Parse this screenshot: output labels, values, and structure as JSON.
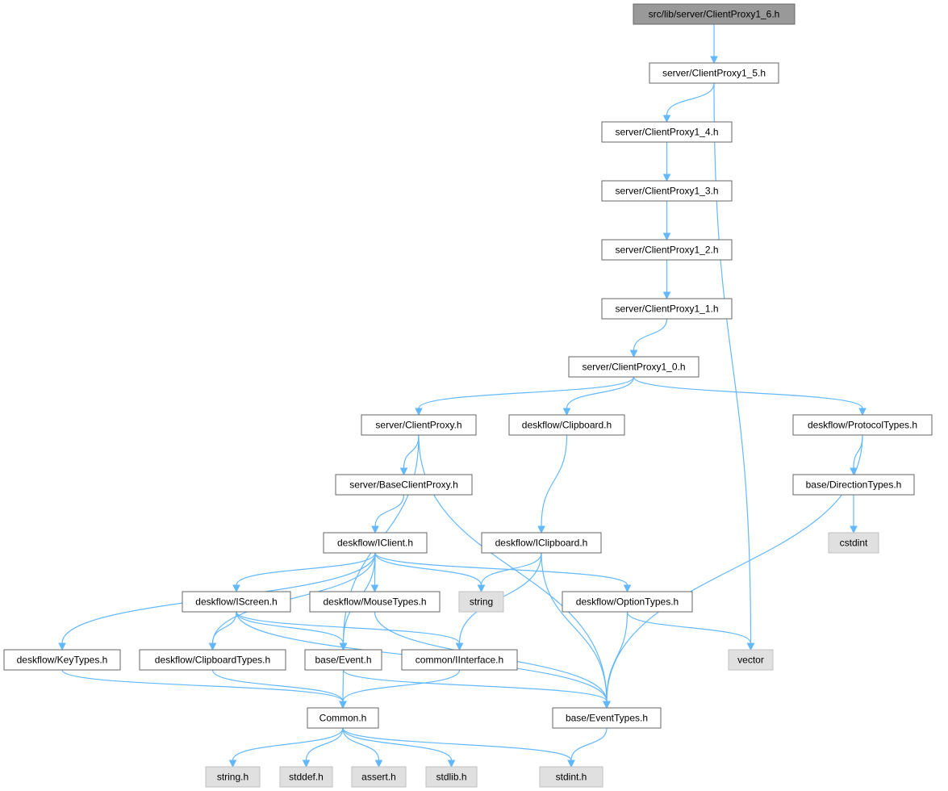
{
  "colors": {
    "edge": "#63b8ff",
    "node_border": "#666666",
    "root_fill": "#999999",
    "external_fill": "#e0e0e0"
  },
  "nodes": [
    {
      "id": "root",
      "label": "src/lib/server/ClientProxy1_6.h",
      "kind": "root"
    },
    {
      "id": "cp15",
      "label": "server/ClientProxy1_5.h",
      "kind": "plain"
    },
    {
      "id": "cp14",
      "label": "server/ClientProxy1_4.h",
      "kind": "plain"
    },
    {
      "id": "cp13",
      "label": "server/ClientProxy1_3.h",
      "kind": "plain"
    },
    {
      "id": "cp12",
      "label": "server/ClientProxy1_2.h",
      "kind": "plain"
    },
    {
      "id": "cp11",
      "label": "server/ClientProxy1_1.h",
      "kind": "plain"
    },
    {
      "id": "cp10",
      "label": "server/ClientProxy1_0.h",
      "kind": "plain"
    },
    {
      "id": "cp",
      "label": "server/ClientProxy.h",
      "kind": "plain"
    },
    {
      "id": "clip",
      "label": "deskflow/Clipboard.h",
      "kind": "plain"
    },
    {
      "id": "proto",
      "label": "deskflow/ProtocolTypes.h",
      "kind": "plain"
    },
    {
      "id": "bcp",
      "label": "server/BaseClientProxy.h",
      "kind": "plain"
    },
    {
      "id": "dir",
      "label": "base/DirectionTypes.h",
      "kind": "plain"
    },
    {
      "id": "iclient",
      "label": "deskflow/IClient.h",
      "kind": "plain"
    },
    {
      "id": "iclip",
      "label": "deskflow/IClipboard.h",
      "kind": "plain"
    },
    {
      "id": "cstdint",
      "label": "cstdint",
      "kind": "ext"
    },
    {
      "id": "iscreen",
      "label": "deskflow/IScreen.h",
      "kind": "plain"
    },
    {
      "id": "mouse",
      "label": "deskflow/MouseTypes.h",
      "kind": "plain"
    },
    {
      "id": "string",
      "label": "string",
      "kind": "ext"
    },
    {
      "id": "option",
      "label": "deskflow/OptionTypes.h",
      "kind": "plain"
    },
    {
      "id": "key",
      "label": "deskflow/KeyTypes.h",
      "kind": "plain"
    },
    {
      "id": "cliptypes",
      "label": "deskflow/ClipboardTypes.h",
      "kind": "plain"
    },
    {
      "id": "event",
      "label": "base/Event.h",
      "kind": "plain"
    },
    {
      "id": "iiface",
      "label": "common/IInterface.h",
      "kind": "plain"
    },
    {
      "id": "vector",
      "label": "vector",
      "kind": "ext"
    },
    {
      "id": "common",
      "label": "Common.h",
      "kind": "plain"
    },
    {
      "id": "evtypes",
      "label": "base/EventTypes.h",
      "kind": "plain"
    },
    {
      "id": "stringh",
      "label": "string.h",
      "kind": "ext"
    },
    {
      "id": "stddef",
      "label": "stddef.h",
      "kind": "ext"
    },
    {
      "id": "assert",
      "label": "assert.h",
      "kind": "ext"
    },
    {
      "id": "stdlib",
      "label": "stdlib.h",
      "kind": "ext"
    },
    {
      "id": "stdint",
      "label": "stdint.h",
      "kind": "ext"
    }
  ],
  "edges": [
    [
      "root",
      "cp15"
    ],
    [
      "cp15",
      "cp14"
    ],
    [
      "cp15",
      "vector"
    ],
    [
      "cp14",
      "cp13"
    ],
    [
      "cp13",
      "cp12"
    ],
    [
      "cp12",
      "cp11"
    ],
    [
      "cp11",
      "cp10"
    ],
    [
      "cp10",
      "cp"
    ],
    [
      "cp10",
      "clip"
    ],
    [
      "cp10",
      "proto"
    ],
    [
      "cp",
      "bcp"
    ],
    [
      "cp",
      "event"
    ],
    [
      "cp",
      "evtypes"
    ],
    [
      "clip",
      "iclip"
    ],
    [
      "proto",
      "dir"
    ],
    [
      "proto",
      "evtypes"
    ],
    [
      "dir",
      "cstdint"
    ],
    [
      "bcp",
      "iclient"
    ],
    [
      "iclient",
      "iscreen"
    ],
    [
      "iclient",
      "mouse"
    ],
    [
      "iclient",
      "string"
    ],
    [
      "iclient",
      "option"
    ],
    [
      "iclient",
      "key"
    ],
    [
      "iclient",
      "cliptypes"
    ],
    [
      "iclient",
      "event"
    ],
    [
      "iclip",
      "string"
    ],
    [
      "iclip",
      "iiface"
    ],
    [
      "iclip",
      "evtypes"
    ],
    [
      "iscreen",
      "cliptypes"
    ],
    [
      "iscreen",
      "event"
    ],
    [
      "iscreen",
      "iiface"
    ],
    [
      "iscreen",
      "evtypes"
    ],
    [
      "mouse",
      "evtypes"
    ],
    [
      "option",
      "evtypes"
    ],
    [
      "option",
      "vector"
    ],
    [
      "key",
      "common"
    ],
    [
      "cliptypes",
      "common"
    ],
    [
      "event",
      "common"
    ],
    [
      "event",
      "evtypes"
    ],
    [
      "iiface",
      "common"
    ],
    [
      "common",
      "stringh"
    ],
    [
      "common",
      "stddef"
    ],
    [
      "common",
      "assert"
    ],
    [
      "common",
      "stdlib"
    ],
    [
      "common",
      "stdint"
    ],
    [
      "evtypes",
      "stdint"
    ]
  ]
}
